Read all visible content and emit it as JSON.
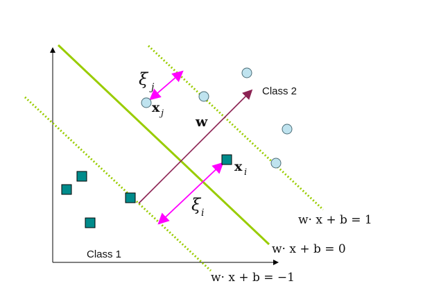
{
  "labels": {
    "class1": "Class 1",
    "class2": "Class 2",
    "w_vector": "w",
    "xi_j": "ξ",
    "xi_j_sub": "j",
    "xi_i": "ξ",
    "xi_i_sub": "i",
    "x_j": "x",
    "x_j_sub": "j",
    "x_i": "x",
    "x_i_sub": "i",
    "eq_pos": "w· x + b = 1",
    "eq_zero": "w· x + b = 0",
    "eq_neg": "w· x + b = −1"
  },
  "colors": {
    "hyperplane": "#99cc00",
    "margin": "#99cc00",
    "w_arrow": "#8b2252",
    "slack_arrow": "#ff00ff",
    "class1_fill": "#008b8b",
    "class2_fill": "#bfe3ef",
    "axes": "#000000"
  },
  "shapes": {
    "class1": "square",
    "class2": "circle"
  }
}
